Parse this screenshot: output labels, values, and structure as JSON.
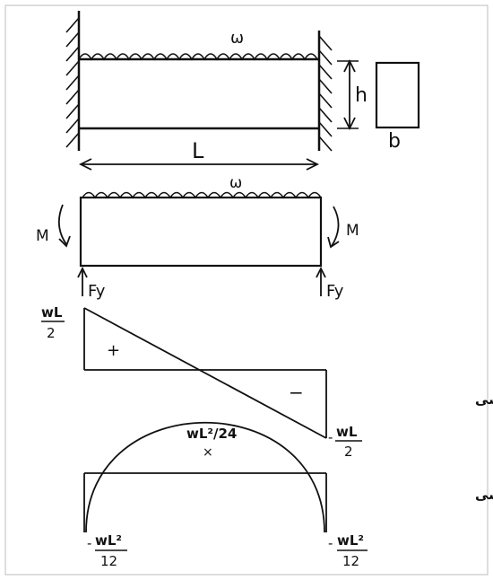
{
  "beam": {
    "load_label": "ω",
    "height_label": "h",
    "width_label": "b",
    "length_label": "L"
  },
  "free_body": {
    "load_label": "ω",
    "moment_left": "M",
    "moment_right": "M",
    "reaction_left": "Fy",
    "reaction_right": "Fy"
  },
  "shear_diagram": {
    "title": "نمودار نیروی برشی",
    "max_numerator": "wL",
    "max_denominator": "2",
    "min_sign": "-",
    "min_numerator": "wL",
    "min_denominator": "2",
    "positive_sign": "+",
    "negative_sign": "−"
  },
  "moment_diagram": {
    "title": "نمودار لنگر خمشی",
    "mid_label": "wL²/24",
    "end_left_sign": "-",
    "end_left_numerator": "wL²",
    "end_left_denominator": "12",
    "end_right_sign": "-",
    "end_right_numerator": "wL²",
    "end_right_denominator": "12"
  }
}
